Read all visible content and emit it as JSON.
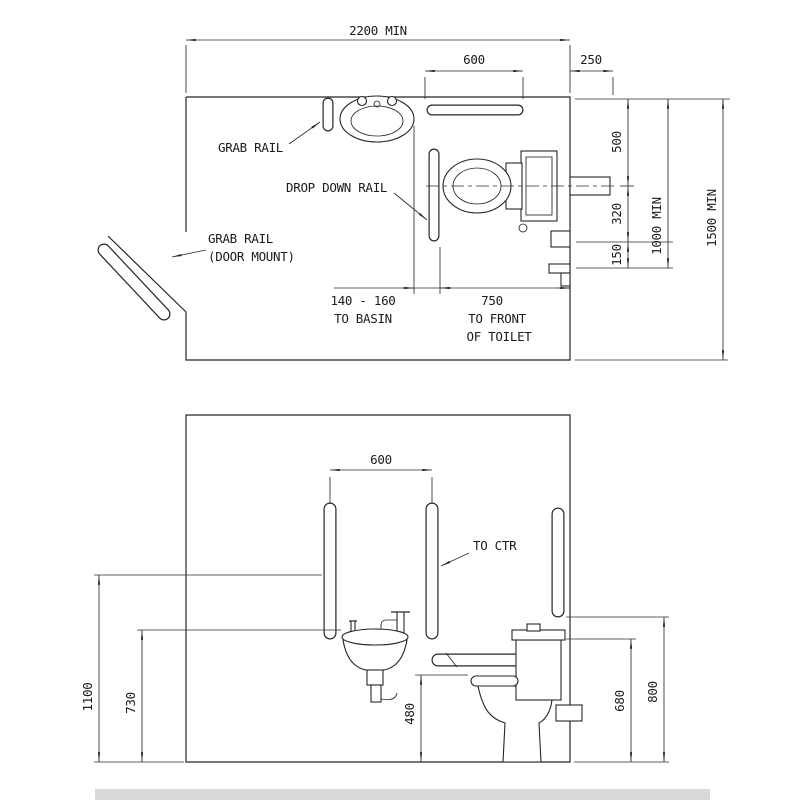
{
  "drawing": {
    "background": "#ffffff",
    "line_color": "#262626",
    "footer_bar_color": "#d9d9d9",
    "plan": {
      "dim_width": "2200 MIN",
      "dim_rail_length": "600",
      "dim_duct_depth": "250",
      "dim_wall_to_wc_ctr": "500",
      "dim_wc_ctr_to_rail": "320",
      "dim_rail_to_holder": "150",
      "dim_depth_activity": "1000 MIN",
      "dim_depth_min": "1500 MIN",
      "dim_basin_gap": "140 - 160",
      "dim_basin_gap_label": "TO BASIN",
      "dim_front_of_toilet": "750",
      "dim_front_label_1": "TO FRONT",
      "dim_front_label_2": "OF TOILET",
      "label_grab_rail": "GRAB RAIL",
      "label_drop_down_rail": "DROP DOWN RAIL",
      "label_door_rail_1": "GRAB RAIL",
      "label_door_rail_2": "(DOOR MOUNT)"
    },
    "elevation": {
      "dim_rail_spacing": "600",
      "label_to_ctr": "TO CTR",
      "dim_rail_centre_height": "1100",
      "dim_basin_height": "730",
      "dim_seat_height": "480",
      "dim_rail_height": "680",
      "dim_vertical_rail_height": "800"
    }
  }
}
